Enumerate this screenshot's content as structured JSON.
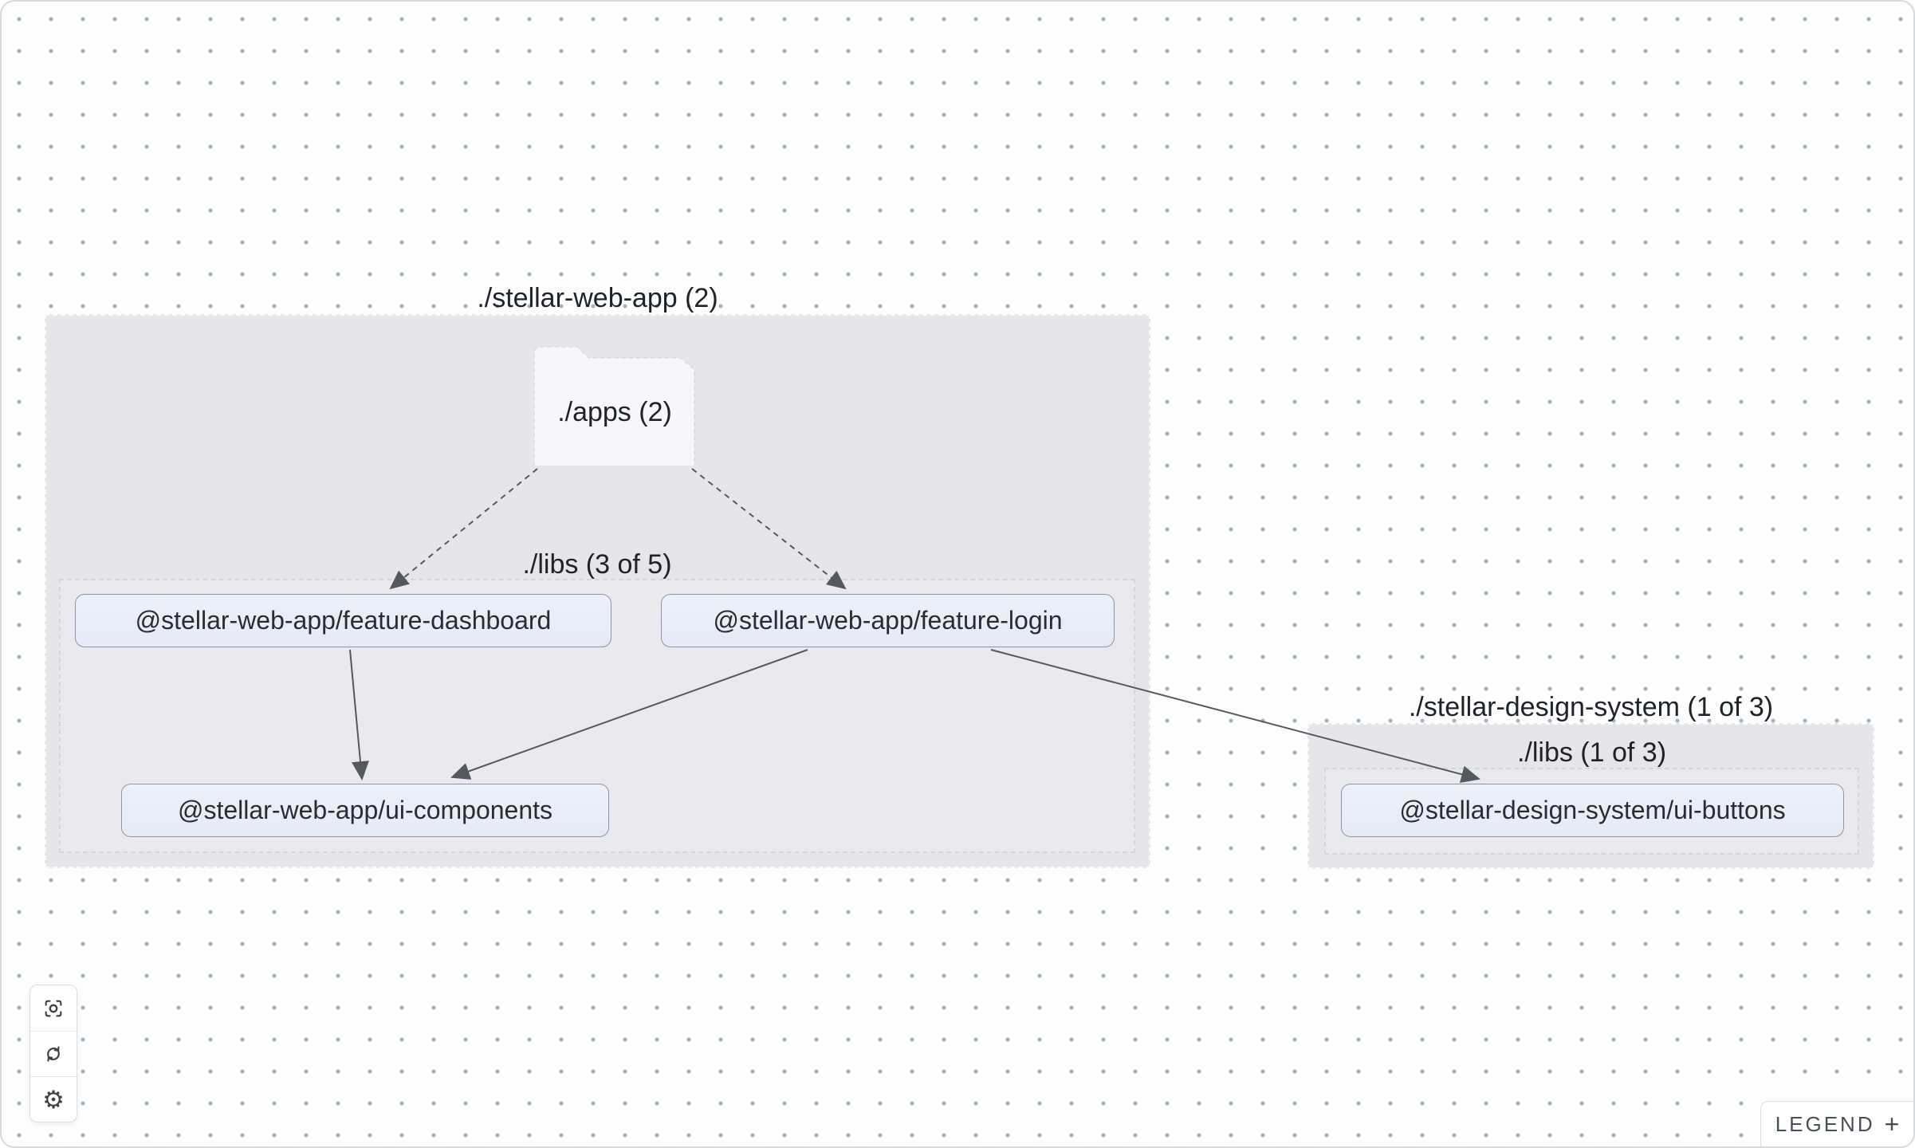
{
  "graph": {
    "groups": [
      {
        "title": "./stellar-web-app (2)",
        "folder": {
          "label": "./apps (2)"
        },
        "subgroup": {
          "label": "./libs (3 of 5)"
        },
        "nodes": [
          {
            "label": "@stellar-web-app/feature-dashboard"
          },
          {
            "label": "@stellar-web-app/feature-login"
          },
          {
            "label": "@stellar-web-app/ui-components"
          }
        ]
      },
      {
        "title": "./stellar-design-system (1 of 3)",
        "subgroup": {
          "label": "./libs (1 of 3)"
        },
        "nodes": [
          {
            "label": "@stellar-design-system/ui-buttons"
          }
        ]
      }
    ],
    "edges": [
      {
        "from": "./apps (2)",
        "to": "@stellar-web-app/feature-dashboard",
        "style": "dashed"
      },
      {
        "from": "./apps (2)",
        "to": "@stellar-web-app/feature-login",
        "style": "dashed"
      },
      {
        "from": "@stellar-web-app/feature-dashboard",
        "to": "@stellar-web-app/ui-components",
        "style": "solid"
      },
      {
        "from": "@stellar-web-app/feature-login",
        "to": "@stellar-web-app/ui-components",
        "style": "solid"
      },
      {
        "from": "@stellar-web-app/feature-login",
        "to": "@stellar-design-system/ui-buttons",
        "style": "solid"
      }
    ]
  },
  "toolbar": {
    "buttons": [
      {
        "icon": "focus-icon"
      },
      {
        "icon": "refresh-icon"
      },
      {
        "icon": "settings-icon"
      }
    ]
  },
  "legend": {
    "label": "LEGEND",
    "plus": "+"
  },
  "colors": {
    "canvas_background": "#fdfdfe",
    "dot": "#a9b2c1",
    "group_fill": "#e6e5ea",
    "subgroup_fill": "#eae9ee",
    "folder_fill": "#f7f6fa",
    "node_fill": "#e8ecf6",
    "node_border": "#8e95a8",
    "edge": "#57585e",
    "text": "#212228"
  }
}
